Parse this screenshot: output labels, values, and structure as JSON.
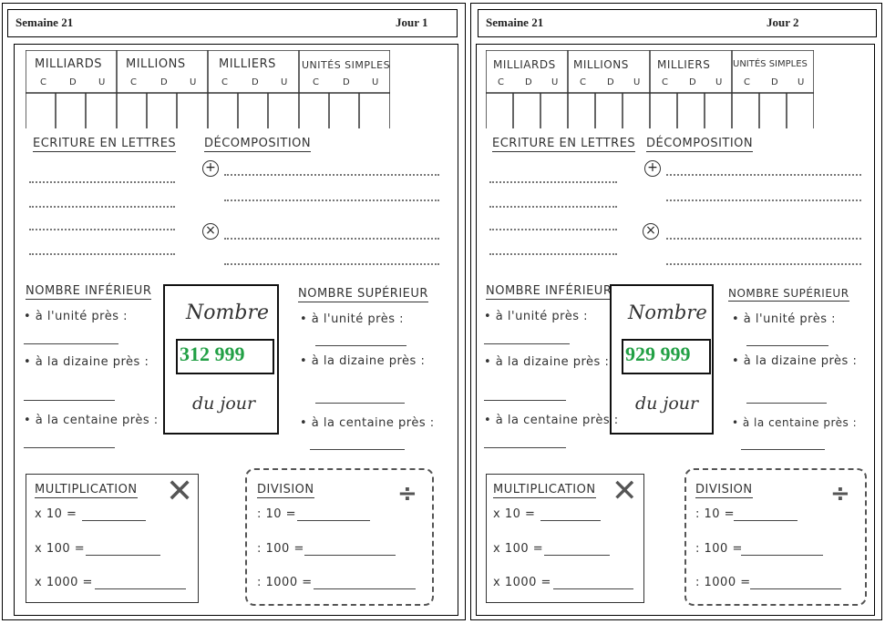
{
  "pages": [
    {
      "header": {
        "week": "Semaine 21",
        "day": "Jour 1"
      },
      "number": "312 999"
    },
    {
      "header": {
        "week": "Semaine 21",
        "day": "Jour 2"
      },
      "number": "929 999"
    }
  ],
  "table": {
    "classes": [
      "MILLIARDS",
      "MILLIONS",
      "MILLIERS",
      "UNITÉS SIMPLES"
    ],
    "cdu": [
      "C",
      "D",
      "U"
    ]
  },
  "sections": {
    "ecriture": "ECRITURE EN LETTRES",
    "decomposition": "DÉCOMPOSITION",
    "plus_symbol": "+",
    "times_symbol": "×",
    "inferieur": "NOMBRE INFÉRIEUR",
    "superieur": "NOMBRE SUPÉRIEUR",
    "unite": "• à l'unité près :",
    "dizaine": "• à la dizaine près :",
    "centaine": "• à la centaine près :",
    "nombre": "Nombre",
    "du_jour": "du jour",
    "multiplication": "MULTIPLICATION",
    "division": "DIVISION",
    "x10": "x 10 =",
    "x100": "x 100 =",
    "x1000": "x 1000 =",
    "d10": ": 10 =",
    "d100": ": 100 =",
    "d1000": ": 1000 ="
  }
}
